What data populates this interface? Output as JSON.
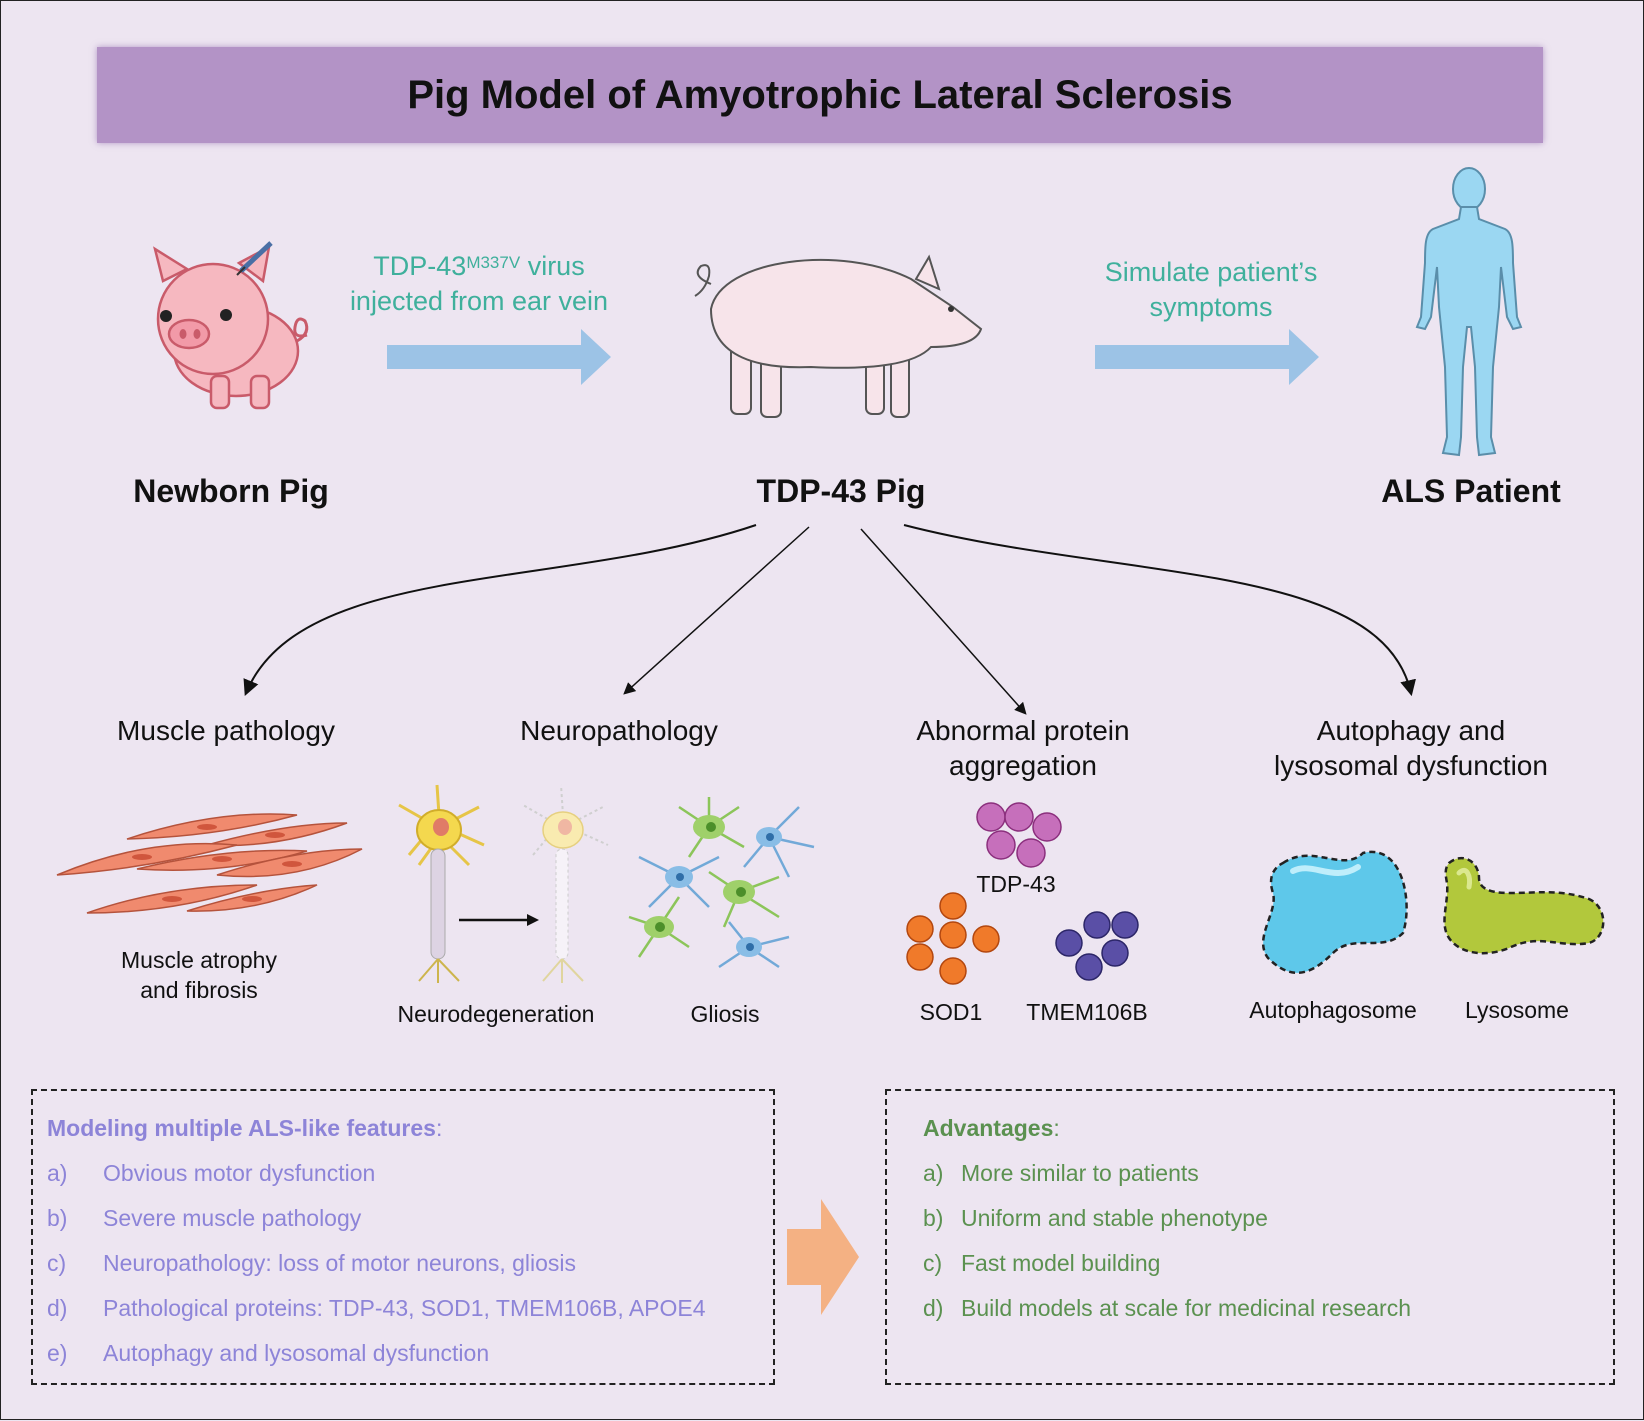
{
  "title": "Pig Model of Amyotrophic Lateral Sclerosis",
  "step1": {
    "label": "Newborn Pig",
    "icon": "newborn-pig-icon"
  },
  "arrow1": {
    "line1_prefix": "TDP-43",
    "line1_sup": "M337V",
    "line1_suffix": " virus",
    "line2": "injected from ear vein"
  },
  "step2": {
    "label": "TDP-43 Pig",
    "icon": "adult-pig-icon"
  },
  "arrow2": {
    "line1": "Simulate patient’s",
    "line2": "symptoms"
  },
  "step3": {
    "label": "ALS Patient",
    "icon": "human-silhouette-icon"
  },
  "categories": [
    {
      "line1": "Muscle pathology",
      "line2": ""
    },
    {
      "line1": "Neuropathology",
      "line2": ""
    },
    {
      "line1": "Abnormal protein",
      "line2": "aggregation"
    },
    {
      "line1": "Autophagy and",
      "line2": "lysosomal dysfunction"
    }
  ],
  "muscle": {
    "caption_line1": "Muscle atrophy",
    "caption_line2": "and fibrosis"
  },
  "neuro": {
    "neurodegeneration": "Neurodegeneration",
    "gliosis": "Gliosis"
  },
  "proteins": {
    "tdp43": "TDP-43",
    "sod1": "SOD1",
    "tmem": "TMEM106B"
  },
  "organelles": {
    "autophagosome": "Autophagosome",
    "lysosome": "Lysosome"
  },
  "features_box": {
    "heading": "Modeling multiple ALS-like features",
    "colon": ":",
    "items": [
      {
        "letter": "a)",
        "text": "Obvious motor dysfunction"
      },
      {
        "letter": "b)",
        "text": "Severe muscle pathology"
      },
      {
        "letter": "c)",
        "text": "Neuropathology: loss of motor neurons, gliosis"
      },
      {
        "letter": "d)",
        "text": "Pathological proteins: TDP-43, SOD1, TMEM106B, APOE4"
      },
      {
        "letter": "e)",
        "text": "Autophagy and lysosomal dysfunction"
      }
    ]
  },
  "advantages_box": {
    "heading": "Advantages",
    "colon": ":",
    "items": [
      {
        "letter": "a)",
        "text": "More similar to patients"
      },
      {
        "letter": "b)",
        "text": "Uniform and stable phenotype"
      },
      {
        "letter": "c)",
        "text": "Fast model building"
      },
      {
        "letter": "d)",
        "text": "Build models at scale for medicinal research"
      }
    ]
  },
  "colors": {
    "background": "#ede5f1",
    "title_bar": "#b393c6",
    "teal_text": "#3fb09c",
    "blue_arrow": "#9cc3e6",
    "orange_arrow": "#f4b183",
    "purple_text": "#8d84d8",
    "green_text": "#5b9150"
  }
}
